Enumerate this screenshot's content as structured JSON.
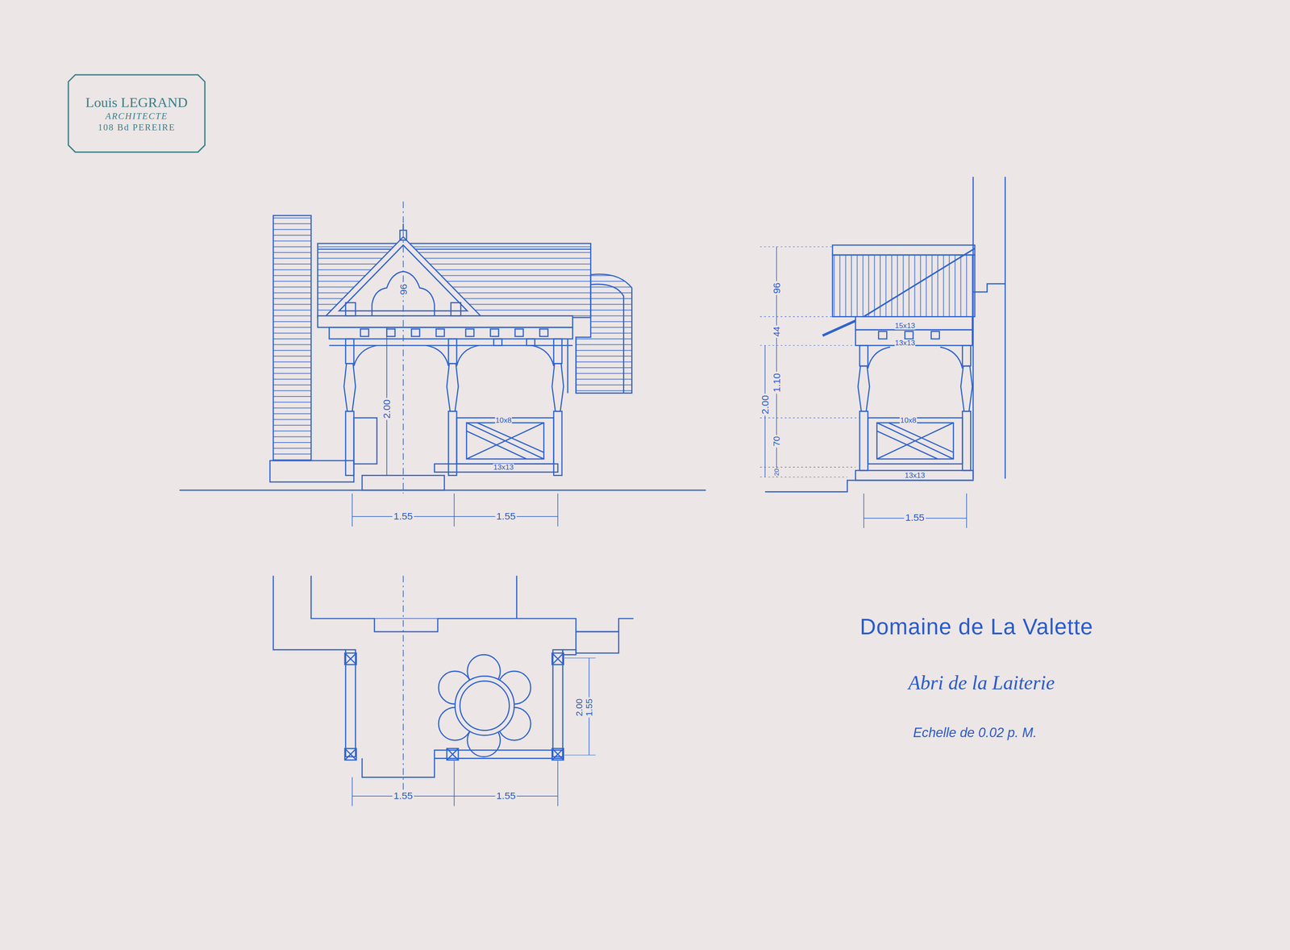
{
  "diagram": {
    "title": "Domaine de La Valette",
    "caption": "Abri de la Laiterie",
    "nodes": [
      {
        "text": [
          "Louis LEGRAND",
          "ARCHITECTE",
          "108 Bd PEREIRE"
        ]
      }
    ],
    "labels": [
      "96",
      "2.00",
      "10x8",
      "13x13",
      "1.55",
      "1.55",
      "96",
      "44",
      "1.10",
      "2.00",
      "70",
      "20",
      "15x13",
      "13x13",
      "10x8",
      "13x13",
      "1.55",
      "2.00",
      "1.55",
      "1.55",
      "1.55",
      "Echelle de 0.02 p. M."
    ]
  }
}
